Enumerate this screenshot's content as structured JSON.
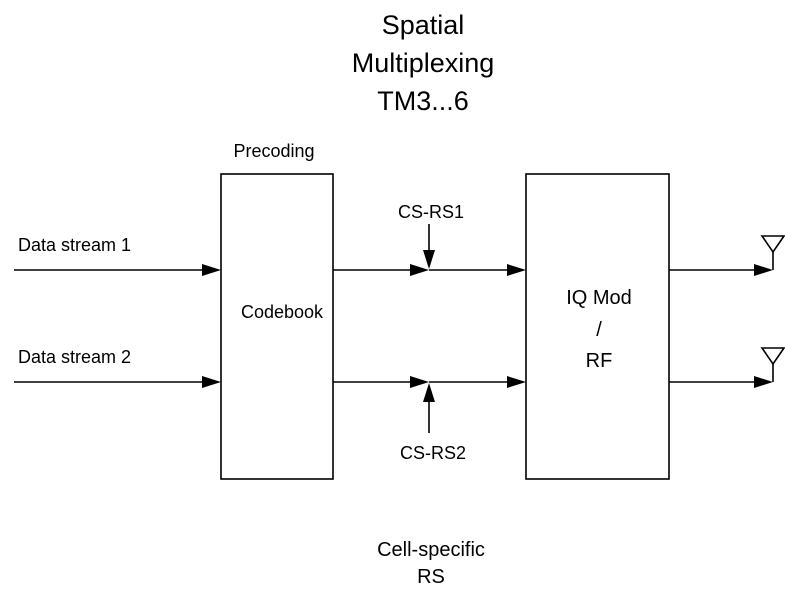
{
  "title": {
    "line1": "Spatial",
    "line2": "Multiplexing",
    "line3": "TM3...6"
  },
  "precoding": {
    "label": "Precoding",
    "box_label": "Codebook"
  },
  "inputs": {
    "stream1": "Data stream 1",
    "stream2": "Data stream 2"
  },
  "reference_signals": {
    "rs1": "CS-RS1",
    "rs2": "CS-RS2"
  },
  "modulator": {
    "line1": "IQ Mod",
    "line2": "/",
    "line3": "RF"
  },
  "footer": {
    "line1": "Cell-specific",
    "line2": "RS"
  },
  "icons": [
    "arrow-head-icon",
    "antenna-icon"
  ]
}
